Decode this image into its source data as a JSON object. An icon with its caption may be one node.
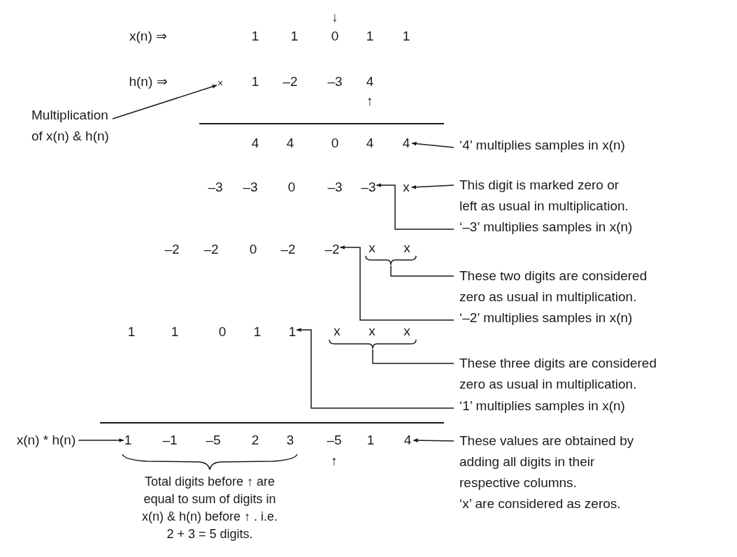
{
  "diagram": {
    "nodes": [
      {
        "text": [
          "×"
        ]
      },
      {
        "text": [
          "Multiplication of x(n) & h(n)"
        ]
      },
      {
        "text": [
          "4"
        ]
      },
      {
        "text": [
          "‘4’ multiplies samples in x(n)"
        ]
      },
      {
        "text": [
          "–3"
        ]
      },
      {
        "text": [
          "x"
        ]
      },
      {
        "text": [
          "This digit is marked zero or left as usual in multiplication."
        ]
      },
      {
        "text": [
          "‘–3’ multiplies samples in x(n)"
        ]
      },
      {
        "text": [
          "–2"
        ]
      },
      {
        "text": [],
        "shape": "brace"
      },
      {
        "text": [
          "These two digits are considered zero as usual in multiplication."
        ]
      },
      {
        "text": [
          "‘–2’ multiplies samples in x(n)"
        ]
      },
      {
        "text": [
          "1"
        ]
      },
      {
        "text": [],
        "shape": "brace"
      },
      {
        "text": [
          "These three digits are considered zero as usual in multiplication."
        ]
      },
      {
        "text": [
          "‘1’ multiplies samples in x(n)"
        ]
      },
      {
        "text": [
          "x(n) * h(n)"
        ]
      },
      {
        "text": [
          "1"
        ]
      },
      {
        "text": [
          "4"
        ]
      },
      {
        "text": [
          "These values are obtained by adding all digits in their respective columns.",
          "‘x’ are considered as zeros."
        ]
      }
    ],
    "edges": [
      {
        "from": 1,
        "to": 0,
        "arrow": "to"
      },
      {
        "from": 3,
        "to": 2,
        "arrow": "to"
      },
      {
        "from": 6,
        "to": 5,
        "arrow": "to"
      },
      {
        "from": 7,
        "to": 4,
        "arrow": "to"
      },
      {
        "from": 10,
        "to": 9,
        "arrow": "none"
      },
      {
        "from": 11,
        "to": 8,
        "arrow": "to"
      },
      {
        "from": 14,
        "to": 13,
        "arrow": "none"
      },
      {
        "from": 15,
        "to": 12,
        "arrow": "to"
      },
      {
        "from": 16,
        "to": 17,
        "arrow": "to"
      },
      {
        "from": 19,
        "to": 18,
        "arrow": "to"
      }
    ],
    "labels": [
      "↓",
      "x(n) ⇒",
      "1",
      "1",
      "0",
      "1",
      "1",
      "h(n) ⇒",
      "1",
      "–2",
      "–3",
      "4",
      "↑",
      "4",
      "4",
      "0",
      "4",
      "–3",
      "–3",
      "0",
      "–3",
      "–2",
      "–2",
      "0",
      "–2",
      "x",
      "x",
      "1",
      "1",
      "0",
      "1",
      "x",
      "x",
      "x",
      "–1",
      "–5",
      "2",
      "3",
      "–5",
      "1",
      "↑",
      "Total digits before ↑ are equal to sum of digits in x(n) & h(n) before ↑ . i.e. 2 + 3 = 5 digits."
    ]
  }
}
